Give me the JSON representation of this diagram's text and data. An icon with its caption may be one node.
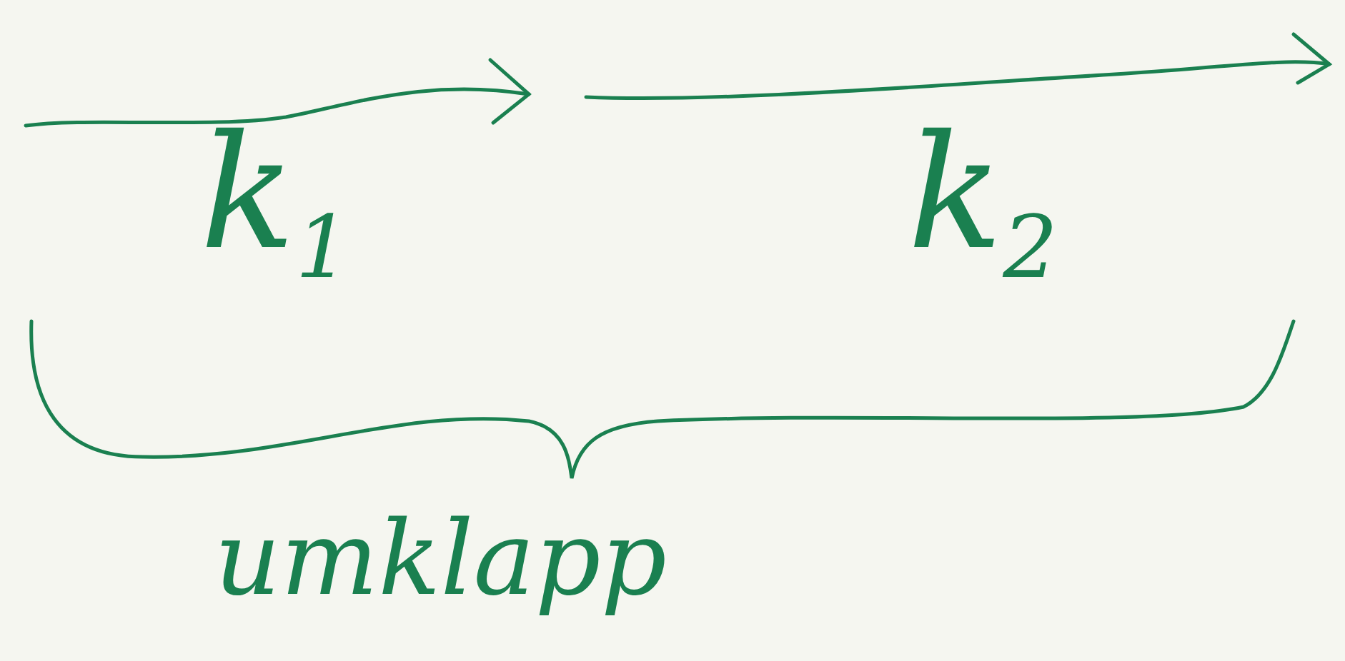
{
  "diagram": {
    "labels": [
      "k$_{1}$",
      "k$_{2}$",
      "umklapp"
    ]
  }
}
